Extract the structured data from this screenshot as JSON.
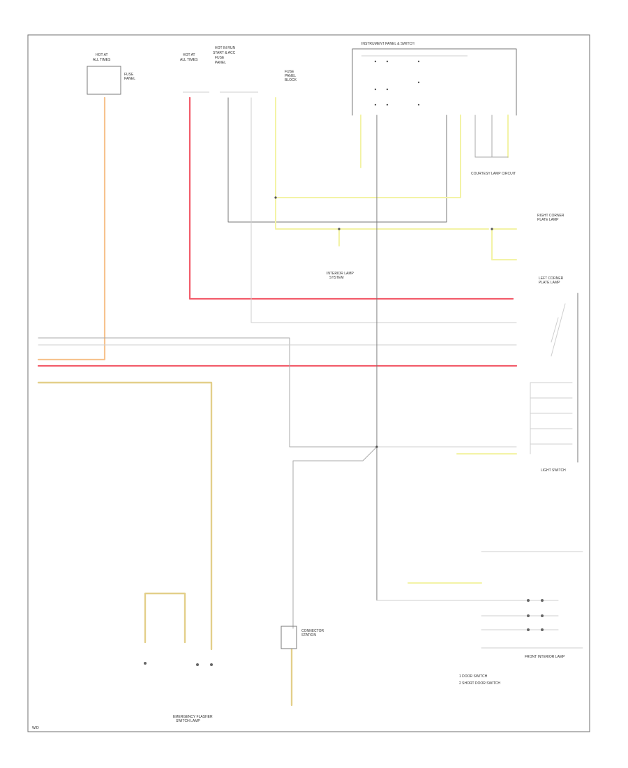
{
  "labels": {
    "instrument_panel_switch": "INSTRUMENT PANEL & SWITCH",
    "courtesy_lamp_circuit": "COURTESY LAMP CIRCUIT",
    "right_lamp_top": "RIGHT CORNER",
    "right_lamp_top_sub": "PLATE LAMP",
    "left_lamp_top": "LEFT CORNER",
    "left_lamp_top_sub": "PLATE LAMP",
    "interior_lamp": "INTERIOR LAMP",
    "interior_lamp_sub": "SYSTEM",
    "light_switch": "LIGHT SWITCH",
    "front_interior_lamp": "FRONT INTERIOR LAMP",
    "emergency_flasher": "EMERGENCY FLASHER",
    "emergency_flasher_sub": "SWITCH LAMP",
    "connector_station": "CONNECTOR",
    "connector_station_sub": "STATION",
    "legend_1": "1  DOOR SWITCH",
    "legend_2": "2  SHORT DOOR SWITCH",
    "page_ref": "W/D",
    "fuse_block_left": "HOT AT",
    "fuse_block_left_sub": "ALL TIMES",
    "fuse_block_mid": "HOT AT",
    "fuse_block_mid_sub": "ALL TIMES",
    "fuse_block_right": "HOT IN RUN",
    "fuse_block_right_sub": "START & ACC"
  }
}
